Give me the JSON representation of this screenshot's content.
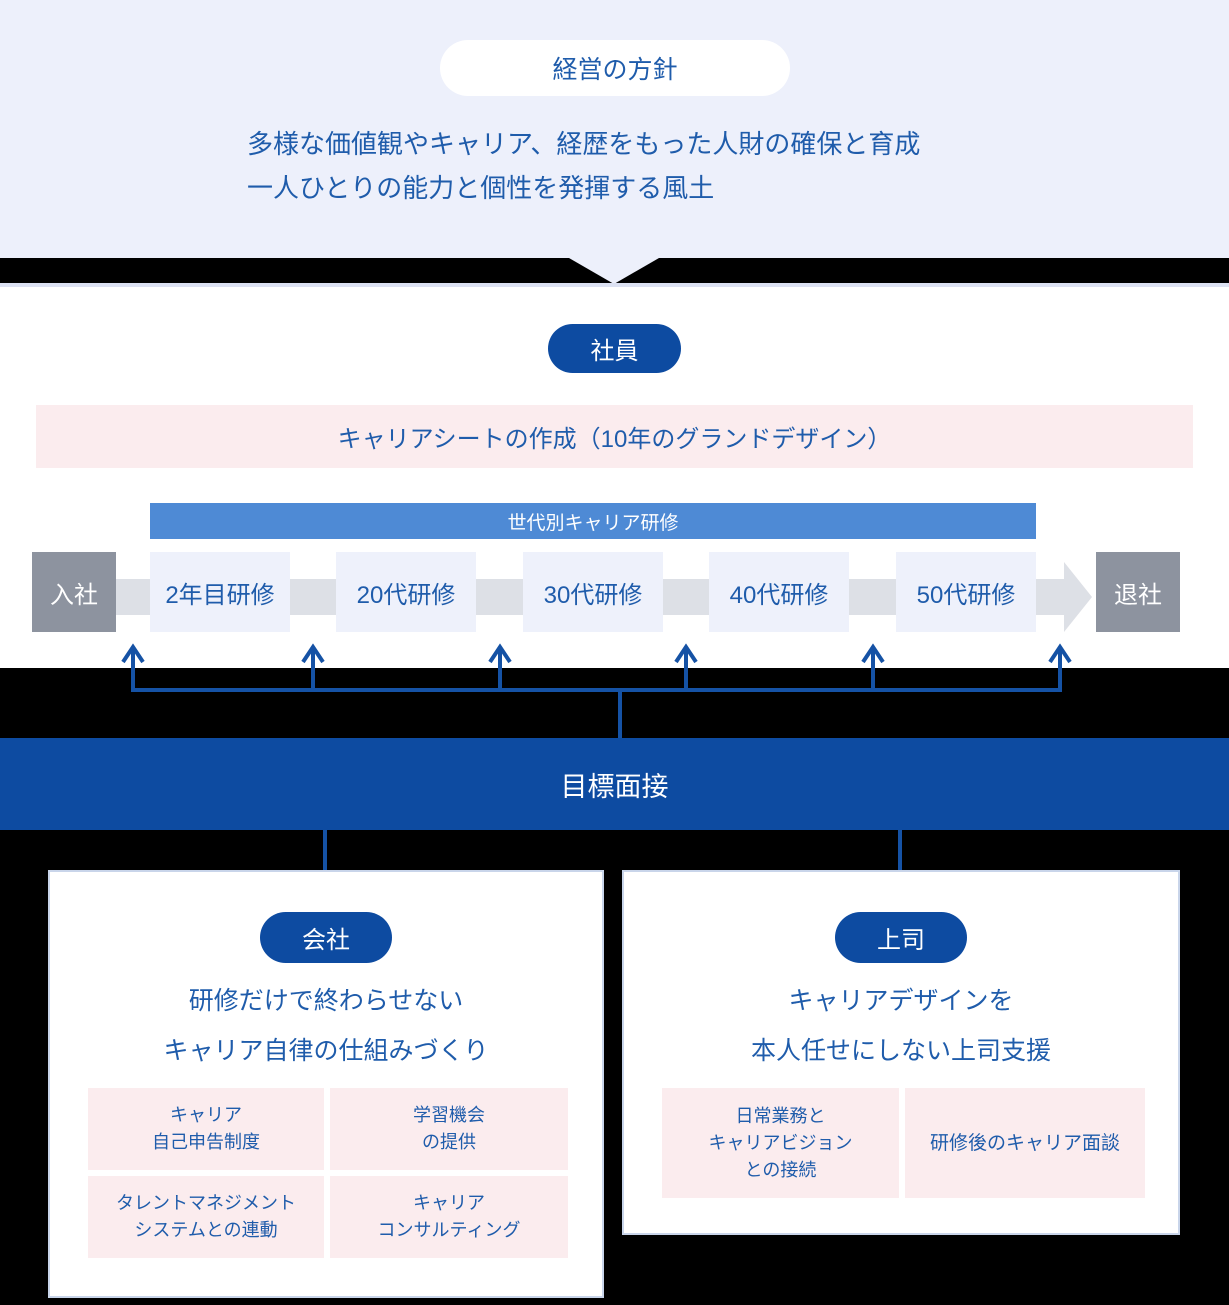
{
  "policy": {
    "label": "経営の方針",
    "lines": [
      "多様な価値観やキャリア、経歴をもった人財の確保と育成",
      "一人ひとりの能力と個性を発揮する風土"
    ]
  },
  "employee": {
    "label": "社員",
    "career_sheet": "キャリアシートの作成（10年のグランドデザイン）",
    "training_banner": "世代別キャリア研修",
    "timeline": {
      "start": "入社",
      "end": "退社",
      "stages": [
        "2年目研修",
        "20代研修",
        "30代研修",
        "40代研修",
        "50代研修"
      ]
    }
  },
  "goal_interview": {
    "label": "目標面接"
  },
  "company": {
    "label": "会社",
    "heading": [
      "研修だけで終わらせない",
      "キャリア自律の仕組みづくり"
    ],
    "items": [
      [
        "キャリア",
        "自己申告制度"
      ],
      [
        "学習機会",
        "の提供"
      ],
      [
        "タレントマネジメント",
        "システムとの連動"
      ],
      [
        "キャリア",
        "コンサルティング"
      ]
    ]
  },
  "supervisor": {
    "label": "上司",
    "heading": [
      "キャリアデザインを",
      "本人任せにしない上司支援"
    ],
    "items": [
      [
        "日常業務と",
        "キャリアビジョン",
        "との接続"
      ],
      [
        "研修後のキャリア面談"
      ]
    ]
  },
  "colors": {
    "dark-blue": "#0d4ba1",
    "text-blue": "#1f5cab",
    "medium-blue": "#4e8ad5",
    "light-lavender": "#edf0fb",
    "stage-lavender": "#eef1fb",
    "pink": "#fbecee",
    "gray": "#8d939f",
    "connector-gray": "#dde0e6",
    "line-blue": "#1552a5"
  }
}
